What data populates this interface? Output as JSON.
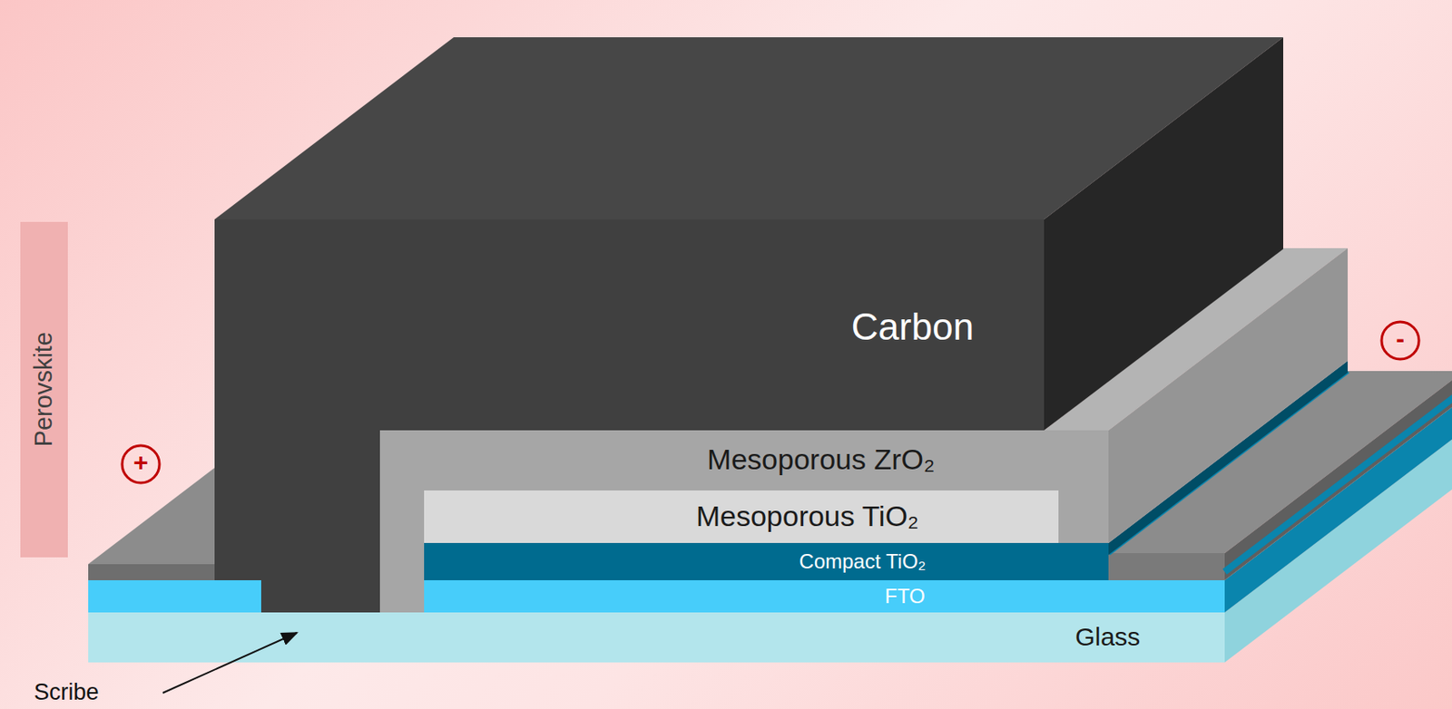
{
  "diagram": {
    "nodes": [
      {
        "text": [
          "Perovskite"
        ]
      },
      {
        "text": [
          "+"
        ]
      },
      {
        "text": [
          "Carbon"
        ]
      },
      {
        "text": [
          "-"
        ]
      },
      {
        "text": [
          "Mesoporous ZrO₂"
        ]
      },
      {
        "text": [
          "Mesoporous TiO₂"
        ]
      },
      {
        "text": [
          "Compact TiO₂"
        ]
      },
      {
        "text": [
          "FTO"
        ]
      },
      {
        "text": [
          "Glass"
        ]
      }
    ],
    "labels": [
      "Scribe"
    ]
  }
}
